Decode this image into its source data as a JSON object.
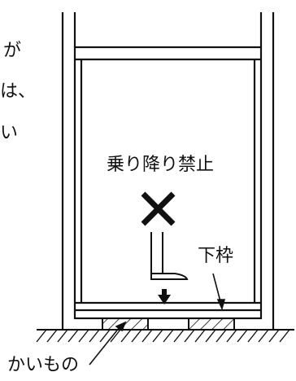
{
  "text": {
    "left_line_1": "が",
    "left_line_2": "は、",
    "left_line_3": "い",
    "warning": "乗り降り禁止",
    "lower_frame": "下枠",
    "shim": "かいもの"
  },
  "colors": {
    "ink": "#111111",
    "background": "#ffffff"
  }
}
